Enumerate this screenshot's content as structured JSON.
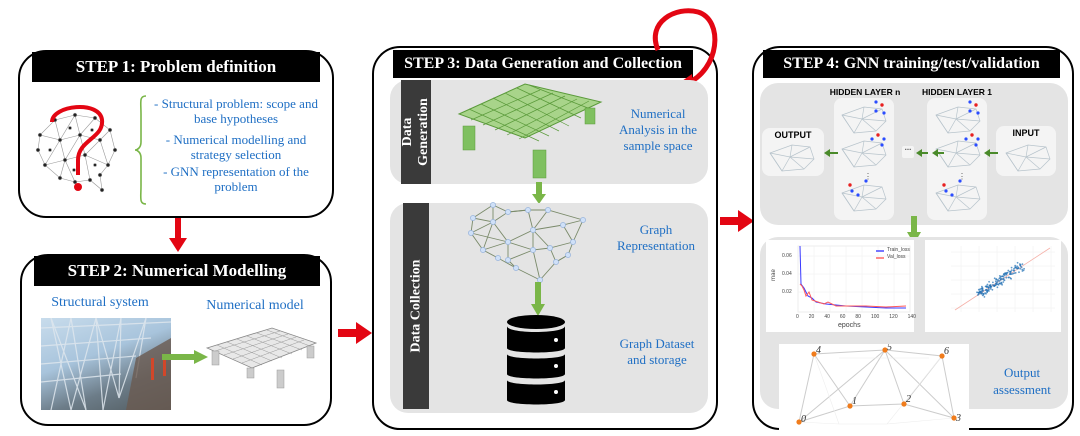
{
  "step1": {
    "title": "STEP 1: Problem definition",
    "bullets": [
      "- Structural problem: scope and base hypotheses",
      "- Numerical modelling and strategy selection",
      "- GNN representation of the problem"
    ],
    "icon": "brain-network-question-icon"
  },
  "step2": {
    "title": "STEP 2: Numerical Modelling",
    "left_label": "Structural system",
    "right_label": "Numerical model"
  },
  "step3": {
    "title": "STEP 3: Data Generation and Collection",
    "generation": {
      "side_label": "Data Generation",
      "description": "Numerical Analysis in the sample space"
    },
    "collection": {
      "side_label": "Data Collection",
      "graph_label": "Graph Representation",
      "storage_label": "Graph Dataset and storage"
    }
  },
  "step4": {
    "title": "STEP 4: GNN training/test/validation",
    "output_label": "OUTPUT",
    "hidden_n_label": "HIDDEN LAYER n",
    "hidden_1_label": "HIDDEN LAYER 1",
    "input_label": "INPUT",
    "ellipsis": "...",
    "vdots": "⋮",
    "assessment_label": "Output assessment",
    "loss_chart": {
      "ylabel": "mae",
      "xlabel": "epochs",
      "yticks": [
        "0.06",
        "0.04",
        "0.02"
      ],
      "xticks": [
        "0",
        "20",
        "40",
        "60",
        "80",
        "100",
        "120",
        "140"
      ],
      "legend": [
        "Train_loss",
        "Val_loss"
      ],
      "colors": {
        "train": "#3a3aff",
        "val": "#ff5a5a"
      }
    },
    "graph_nodes": [
      "0",
      "1",
      "2",
      "3",
      "4",
      "5",
      "6"
    ]
  },
  "colors": {
    "arrow_red": "#e30613",
    "arrow_green": "#7ab648",
    "text_blue": "#1f6fc4",
    "node_orange": "#f07c1c"
  }
}
